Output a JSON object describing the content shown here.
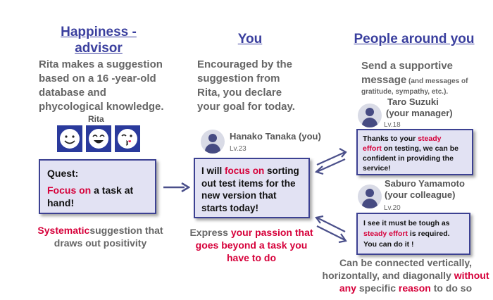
{
  "columns": {
    "advisor": {
      "title_line1": "Happiness -",
      "title_line2": "advisor",
      "desc_lines": [
        "Rita makes a suggestion",
        "based on a 16 -year-old",
        "database and",
        "phycological knowledge."
      ]
    },
    "you": {
      "title": "You",
      "desc_lines": [
        "Encouraged by the",
        "suggestion from",
        "Rita, you declare",
        "your goal for today."
      ]
    },
    "people": {
      "title": "People around you",
      "desc_line1": "Send a supportive",
      "desc_line2_main": "message",
      "desc_line2_small": " (and messages of",
      "desc_line3_small": "gratitude, sympathy, etc.)."
    }
  },
  "rita": {
    "label": "Rita",
    "faces": [
      "smiling-face-icon",
      "grinning-face-icon",
      "kissing-face-icon"
    ]
  },
  "quest_box": {
    "title": "Quest:",
    "text_red": "Focus on",
    "text_rest1": " a task at",
    "text_rest2": "hand!"
  },
  "advisor_caption": {
    "red": "Systematic",
    "rest1": "suggestion that",
    "line2": "draws out positivity"
  },
  "you_user": {
    "name": "Hanako Tanaka (you)",
    "level": "Lv.23",
    "avatar": "person-avatar-icon"
  },
  "you_box": {
    "line1_pre": "I will ",
    "line1_red": "focus on",
    "line1_post": " sorting",
    "line2": "out test items for the",
    "line3": "new version that",
    "line4": "starts today!"
  },
  "you_caption": {
    "line1_pre": "Express ",
    "line1_red": "your passion that",
    "line2_red": "goes beyond a task you",
    "line3_red": "have to do"
  },
  "manager": {
    "name_line1": "Taro Suzuki",
    "name_line2": "(your manager)",
    "level": "Lv.18",
    "msg_pre": "Thanks to your ",
    "msg_red1": "steady",
    "msg_red2": "effort",
    "msg_post1": " on testing, we can be",
    "msg_line3": "confident in providing the",
    "msg_line4": "service!"
  },
  "colleague": {
    "name_line1": "Saburo Yamamoto",
    "name_line2": "(your colleague)",
    "level": "Lv.20",
    "msg_line1": "I see it must be tough as",
    "msg_red": "steady effort",
    "msg_post": " is required.",
    "msg_line3": "You can do it !"
  },
  "people_caption": {
    "line1": "Can be connected vertically,",
    "line2_pre": "horizontally, and diagonally ",
    "line2_red": "without",
    "line3_red1": "any",
    "line3_mid": " specific ",
    "line3_red2": "reason",
    "line3_post": " to do so"
  },
  "colors": {
    "heading": "#3a3f9e",
    "accent_red": "#d6003a",
    "box_fill": "#e2e2f3",
    "box_border": "#3c4192",
    "arrow": "#4a4f8a"
  }
}
